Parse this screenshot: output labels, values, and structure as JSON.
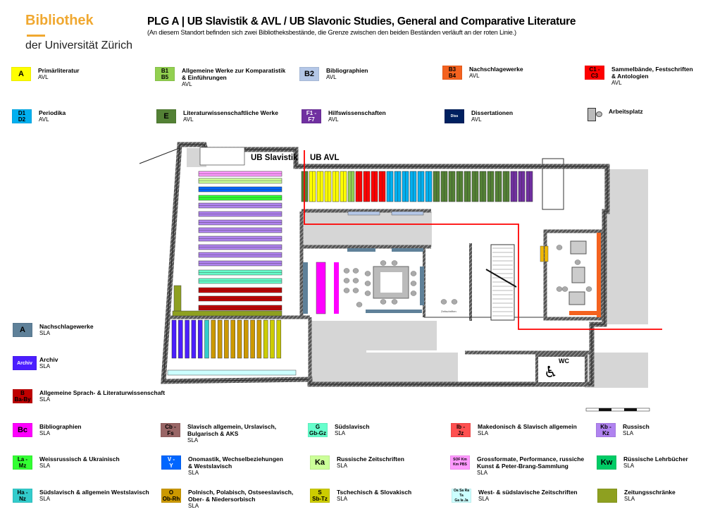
{
  "header": {
    "logo_line1": "Bibliothek",
    "logo_line2": "der Universität Zürich",
    "title": "PLG A | UB Slavistik & AVL / UB Slavonic Studies, General and Comparative Literature",
    "subtitle": "(An diesem Standort befinden sich zwei Bibliotheksbestände, die Grenze zwischen den beiden Beständen verläuft an der roten Linie.)"
  },
  "plan": {
    "label_slavistik": "UB Slavistik",
    "label_avl": "UB AVL",
    "label_wc": "WC",
    "label_zeitschriften": "Zeitschriften",
    "boundary_color": "#ff0000"
  },
  "legend": [
    {
      "code": "A",
      "label": "Primärliteratur",
      "sub": "AVL",
      "color": "#ffff00",
      "fg": "#000",
      "size": "big"
    },
    {
      "code": "B1\nB5",
      "label": "Allgemeine Werke zur Komparatistik\n& Einführungen",
      "sub": "AVL",
      "color": "#92d050",
      "fg": "#000",
      "size": "normal"
    },
    {
      "code": "B2",
      "label": "Bibliographien",
      "sub": "AVL",
      "color": "#b4c7e7",
      "fg": "#000",
      "size": "big"
    },
    {
      "code": "B3\nB4",
      "label": "Nachschlagewerke",
      "sub": "AVL",
      "color": "#f4621f",
      "fg": "#000",
      "size": "normal"
    },
    {
      "code": "C1 -\nC3",
      "label": "Sammelbände, Festschriften\n& Antologien",
      "sub": "AVL",
      "color": "#ff0000",
      "fg": "#000",
      "size": "normal"
    },
    {
      "code": "D1\nD2",
      "label": "Periodika",
      "sub": "AVL",
      "color": "#00b0f0",
      "fg": "#000",
      "size": "normal"
    },
    {
      "code": "E",
      "label": "Literaturwissenschaftliche Werke",
      "sub": "AVL",
      "color": "#538135",
      "fg": "#000",
      "size": "big"
    },
    {
      "code": "F1 -\nF7",
      "label": "Hilfswissenschaften",
      "sub": "AVL",
      "color": "#7030a0",
      "fg": "#fff",
      "size": "normal"
    },
    {
      "code": "Diss",
      "label": "Dissertationen",
      "sub": "AVL",
      "color": "#002060",
      "fg": "#fff",
      "size": "tiny"
    },
    {
      "code": "",
      "label": "Arbeitsplatz",
      "sub": "",
      "color": "#bbbbbb",
      "fg": "#000",
      "size": "icon"
    },
    {
      "code": "A",
      "label": "Nachschlagewerke",
      "sub": "SLA",
      "color": "#5f8199",
      "fg": "#000",
      "size": "big"
    },
    {
      "code": "Archiv",
      "label": "Archiv",
      "sub": "SLA",
      "color": "#4b1eff",
      "fg": "#fff",
      "size": "normal"
    },
    {
      "code": "B\nBa-By",
      "label": "Allgemeine Sprach- & Literaturwissenschaft",
      "sub": "SLA",
      "color": "#c00000",
      "fg": "#000",
      "size": "normal"
    },
    {
      "code": "Bc",
      "label": "Bibliographien",
      "sub": "SLA",
      "color": "#ff00ff",
      "fg": "#000",
      "size": "big"
    },
    {
      "code": "Cb - Fs",
      "label": "Slavisch allgemein, Urslavisch,\nBulgarisch & AKS",
      "sub": "SLA",
      "color": "#996666",
      "fg": "#000",
      "size": "normal"
    },
    {
      "code": "G\nGb-Gz",
      "label": "Südslavisch",
      "sub": "SLA",
      "color": "#66ffcc",
      "fg": "#000",
      "size": "normal"
    },
    {
      "code": "Ib -\nJz",
      "label": "Makedonisch & Slavisch allgemein",
      "sub": "SLA",
      "color": "#ff5050",
      "fg": "#000",
      "size": "normal"
    },
    {
      "code": "Kb - Kz",
      "label": "Russisch",
      "sub": "SLA",
      "color": "#b083f0",
      "fg": "#000",
      "size": "normal"
    },
    {
      "code": "La -\nMz",
      "label": "Weissrussisch & Ukrainisch",
      "sub": "SLA",
      "color": "#33ff33",
      "fg": "#000",
      "size": "normal"
    },
    {
      "code": "V -\nY",
      "label": "Onomastik, Wechselbeziehungen\n& Westslavisch",
      "sub": "SLA",
      "color": "#0066ff",
      "fg": "#fff",
      "size": "normal"
    },
    {
      "code": "Ka",
      "label": "Russische Zeitschriften",
      "sub": "SLA",
      "color": "#ccff99",
      "fg": "#000",
      "size": "big"
    },
    {
      "code": "SOF Km\nKm PBS",
      "label": "Grossformate, Performance, russiche\nKunst & Peter-Brang-Sammlung",
      "sub": "SLA",
      "color": "#ff99ff",
      "fg": "#000",
      "size": "tiny"
    },
    {
      "code": "Kw",
      "label": "Rüssische Lehrbücher",
      "sub": "SLA",
      "color": "#00cc66",
      "fg": "#000",
      "size": "big"
    },
    {
      "code": "Ha -\nNz",
      "label": "Südslavisch & allgemein Westslavisch",
      "sub": "SLA",
      "color": "#33cccc",
      "fg": "#000",
      "size": "normal"
    },
    {
      "code": "O\nOb-Rh",
      "label": "Polnisch, Polabisch, Ostseeslavisch,\nOber- & Niedersorbisch",
      "sub": "SLA",
      "color": "#cc9900",
      "fg": "#000",
      "size": "normal"
    },
    {
      "code": "S\nSb-Tz",
      "label": "Tschechisch & Slovakisch",
      "sub": "SLA",
      "color": "#cccc00",
      "fg": "#000",
      "size": "normal"
    },
    {
      "code": "Oa Sa Ra Ta\nGa Ia Ja",
      "label": "West- & südslavische Zeitschriften",
      "sub": "SLA",
      "color": "#ccffff",
      "fg": "#000",
      "size": "tiny"
    },
    {
      "code": "",
      "label": "Zeitungsschränke",
      "sub": "SLA",
      "color": "#8ea020",
      "fg": "#000",
      "size": "normal"
    }
  ]
}
